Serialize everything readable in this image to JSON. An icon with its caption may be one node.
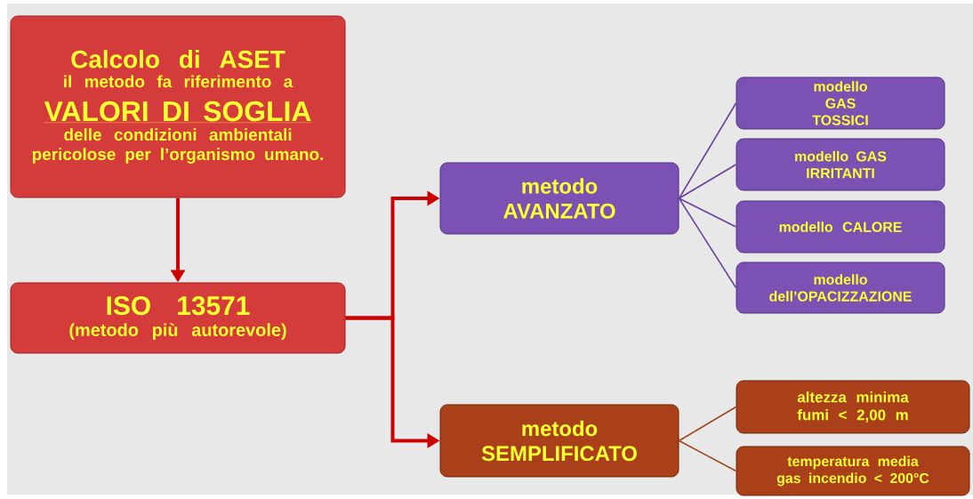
{
  "diagram": {
    "nodes": [
      {
        "text": [
          "Calcolo di ASET",
          "il metodo fa riferimento a",
          "VALORI DI SOGLIA",
          "delle condizioni ambientali pericolose per l’organismo umano."
        ]
      },
      {
        "text": [
          "ISO 13571",
          "(metodo più autorevole)"
        ]
      },
      {
        "text": [
          "metodo AVANZATO"
        ]
      },
      {
        "text": [
          "modello GAS TOSSICI"
        ]
      },
      {
        "text": [
          "modello GAS IRRITANTI"
        ]
      },
      {
        "text": [
          "modello CALORE"
        ]
      },
      {
        "text": [
          "modello dell’OPACIZZAZIONE"
        ]
      },
      {
        "text": [
          "metodo SEMPLIFICATO"
        ]
      },
      {
        "text": [
          "altezza minima fumi < 2,00 m"
        ]
      },
      {
        "text": [
          "temperatura media gas incendio < 200°C"
        ]
      }
    ],
    "edges": [
      {
        "from": 0,
        "to": 1,
        "arrow": "to",
        "style": "thick",
        "color": "#cc0000"
      },
      {
        "from": 1,
        "to": 2,
        "arrow": "to",
        "style": "thick",
        "color": "#cc0000"
      },
      {
        "from": 1,
        "to": 7,
        "arrow": "to",
        "style": "thick",
        "color": "#cc0000"
      },
      {
        "from": 2,
        "to": 3,
        "arrow": "none",
        "color": "#6a3d9a"
      },
      {
        "from": 2,
        "to": 4,
        "arrow": "none",
        "color": "#6a3d9a"
      },
      {
        "from": 2,
        "to": 5,
        "arrow": "none",
        "color": "#6a3d9a"
      },
      {
        "from": 2,
        "to": 6,
        "arrow": "none",
        "color": "#6a3d9a"
      },
      {
        "from": 7,
        "to": 8,
        "arrow": "none",
        "color": "#a0441c"
      },
      {
        "from": 7,
        "to": 9,
        "arrow": "none",
        "color": "#a0441c"
      }
    ]
  }
}
